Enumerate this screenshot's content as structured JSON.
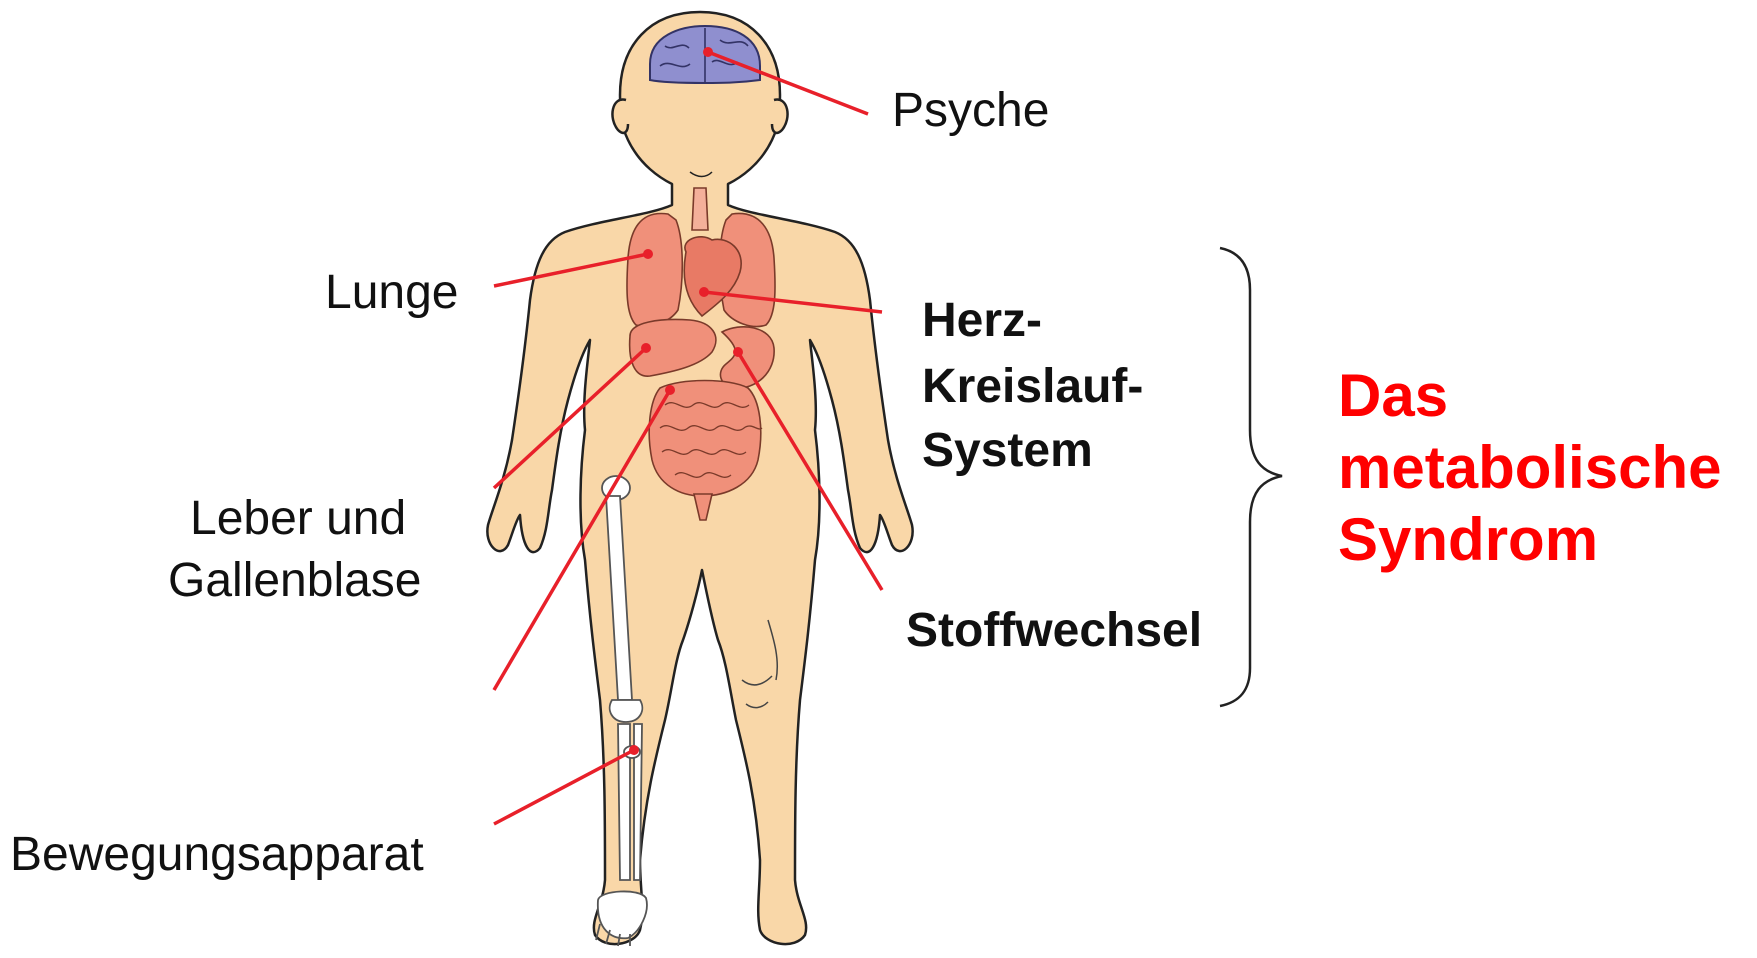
{
  "labels": {
    "psyche": "Psyche",
    "lunge": "Lunge",
    "leber_line1": "Leber und",
    "leber_line2": "Gallenblase",
    "bewegung": "Bewegungsapparat",
    "herz_line1": "Herz-",
    "herz_line2": "Kreislauf-",
    "herz_line3": "System",
    "stoffwechsel": "Stoffwechsel"
  },
  "syndrome": {
    "line1": "Das",
    "line2": "metabolische",
    "line3": "Syndrom"
  },
  "colors": {
    "skin": "#f9d7a8",
    "outline": "#222222",
    "organ": "#f0907a",
    "brain": "#8f8fcf",
    "pointer": "#e8202a",
    "syndrome_text": "#ff0000"
  }
}
